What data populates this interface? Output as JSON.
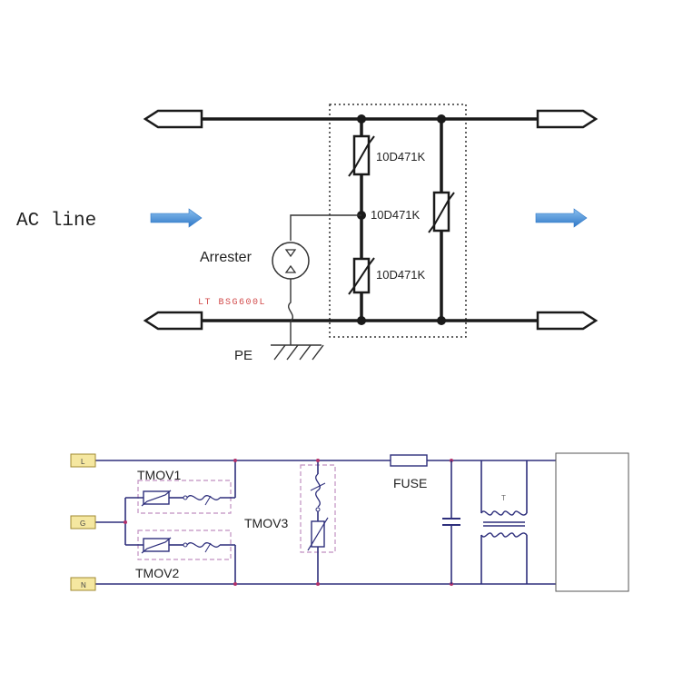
{
  "top_circuit": {
    "ac_line_label": "AC line",
    "arrester_label": "Arrester",
    "arrester_part": "LT BSG600L",
    "pe_label": "PE",
    "varistors": [
      {
        "label": "10D471K"
      },
      {
        "label": "10D471K"
      },
      {
        "label": "10D471K"
      }
    ],
    "arrow_color": "#3b86cf"
  },
  "bottom_circuit": {
    "terminals": [
      {
        "label": "L"
      },
      {
        "label": "G"
      },
      {
        "label": "N"
      }
    ],
    "tmov1_label": "TMOV1",
    "tmov2_label": "TMOV2",
    "tmov3_label": "TMOV3",
    "fuse_label": "FUSE",
    "transformer_label": "T",
    "wire_color": "#2e2f7c",
    "terminal_color": "#f5e7a0",
    "dashed_box_color": "#c08fc0"
  }
}
